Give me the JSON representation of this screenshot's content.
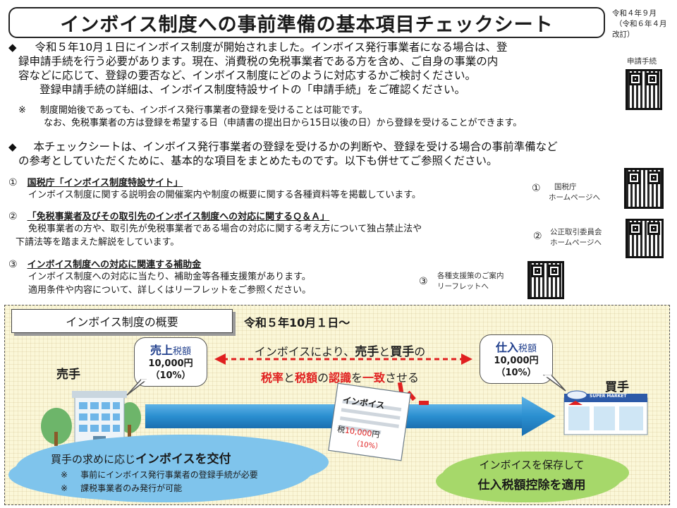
{
  "header": {
    "title": "インボイス制度への事前準備の基本項目チェックシート",
    "date_line1": "令和４年９月",
    "date_line2": "（令和６年４月",
    "date_line3": "改訂）",
    "qr_top_label": "申請手続"
  },
  "intro": {
    "bullet": "◆",
    "line1": "令和５年10月１日にインボイス制度が開始されました。インボイス発行事業者になる場合は、登",
    "line2": "録申請手続を行う必要があります。現在、消費税の免税事業者である方を含め、ご自身の事業の内",
    "line3": "容などに応じて、登録の要否など、インボイス制度にどのように対応するかご検討ください。",
    "line4": "登録申請手続の詳細は、インボイス制度特設サイトの「申請手続」をご確認ください。",
    "note_mark": "※",
    "note1": "制度開始後であっても、インボイス発行事業者の登録を受けることは可能です。",
    "note2": "なお、免税事業者の方は登録を希望する日（申請書の提出日から15日以後の日）から登録を受けることができます。"
  },
  "purpose": {
    "bullet": "◆",
    "line1": "本チェックシートは、インボイス発行事業者の登録を受けるかの判断や、登録を受ける場合の事前準備など",
    "line2": "の参考としていただくために、基本的な項目をまとめたものです。以下も併せてご参照ください。"
  },
  "refs": [
    {
      "num": "①",
      "title": "国税庁「インボイス制度特設サイト」",
      "body1": "インボイス制度に関する説明会の開催案内や制度の概要に関する各種資料等を掲載しています。",
      "body2": "",
      "qr_num": "①",
      "qr_label1": "国税庁",
      "qr_label2": "ホームページへ"
    },
    {
      "num": "②",
      "title": "「免税事業者及びその取引先のインボイス制度への対応に関するＱ＆Ａ」",
      "body1": "免税事業者の方や、取引先が免税事業者である場合の対応に関する考え方について独占禁止法や",
      "body2": "下請法等を踏まえた解説をしています。",
      "qr_num": "②",
      "qr_label1": "公正取引委員会",
      "qr_label2": "ホームページへ"
    },
    {
      "num": "③",
      "title": "インボイス制度への対応に関連する補助金",
      "body1": "インボイス制度への対応に当たり、補助金等各種支援策があります。",
      "body2": "適用条件や内容について、詳しくはリーフレットをご参照ください。",
      "qr_num": "③",
      "qr_label1": "各種支援策のご案内",
      "qr_label2": "リーフレットへ"
    }
  ],
  "overview": {
    "title": "インボイス制度の概要",
    "date": "令和５年10月１日～",
    "seller": "売手",
    "buyer": "買手",
    "seller_bubble": {
      "label_strong": "売上",
      "label_rest": "税額",
      "amount": "10,000円",
      "rate": "（10%）"
    },
    "buyer_bubble": {
      "label_strong": "仕入",
      "label_rest": "税額",
      "amount": "10,000円",
      "rate": "（10%）"
    },
    "center_line1_a": "インボイスにより、",
    "center_line1_b": "売手",
    "center_line1_c": "と",
    "center_line1_d": "買手",
    "center_line1_e": "の",
    "center_line2_a": "税率",
    "center_line2_b": "と",
    "center_line2_c": "税額",
    "center_line2_d": "の",
    "center_line2_e": "認識",
    "center_line2_f": "を",
    "center_line2_g": "一致",
    "center_line2_h": "させる",
    "invoice_title": "インボイス",
    "invoice_tax_prefix": "税",
    "invoice_amount": "10,000",
    "invoice_yen": "円",
    "invoice_rate": "（10%）",
    "store_sign": "SUPER MARKET",
    "left_cloud_a": "買手の求めに応じ",
    "left_cloud_b": "インボイスを交付",
    "left_note_mark": "※",
    "left_note1": "事前にインボイス発行事業者の登録手続が必要",
    "left_note2": "課税事業者のみ発行が可能",
    "right_cloud1": "インボイスを保存して",
    "right_cloud2": "仕入税額控除を適用"
  },
  "colors": {
    "arrow_blue": "#2a8fd0",
    "arrow_red": "#e02020",
    "bubble_label": "#1f3e8c",
    "left_cloud": "#7fc4ec",
    "right_cloud": "#a6d86a",
    "panel_bg": "#fbf7d8"
  }
}
